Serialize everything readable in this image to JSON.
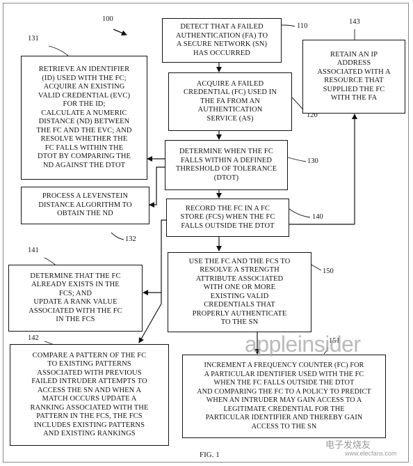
{
  "figure_number": "100",
  "figure_caption": "FIG. 1",
  "watermark": {
    "brand": "appleinsider",
    "site_cn": "电子发烧友",
    "site_url": "www.elecfans.com"
  },
  "boxes": {
    "b110": {
      "id": "110",
      "text": "Detect that a failed\nauthentication (FA) to\na secure network (SN)\nhas occurred"
    },
    "b120": {
      "id": "120",
      "text": "Acquire a failed\ncredential (FC) used in\nthe FA from an\nauthentication\nservice (AS)"
    },
    "b130": {
      "id": "130",
      "text": "Determine when the FC\nfalls within a defined\nthreshold of tolerance\n(DTOT)"
    },
    "b140": {
      "id": "140",
      "text": "Record the FC in a FC\nstore (FCS) when the FC\nfalls outside the DTOT"
    },
    "b150": {
      "id": "150",
      "text": "Use the FC and the FCS to\nresolve a strength\nattribute associated\nwith one or more\nexisting valid\ncredentials that\nproperly authenticate\nto the SN"
    },
    "b131": {
      "id": "131",
      "text": "Retrieve an identifier\n(ID) used with the FC;\nacquire an existing\nvalid credential (EVC)\nfor the ID;\ncalculate a numeric\ndistance (ND) between\nthe FC and the EVC; and\nresolve whether the\nFC falls within the\nDTOT by comparing the\nND against the DTOT"
    },
    "b132": {
      "id": "132",
      "text": "Process a Levenstein\ndistance algorithm to\nobtain the ND"
    },
    "b141": {
      "id": "141",
      "text": "Determine that the FC\nalready exists in the\nFCS; and\nupdate a rank value\nassociated with the FC\nin the FCS"
    },
    "b142": {
      "id": "142",
      "text": "Compare a pattern of the FC\nto existing patterns\nassociated with previous\nfailed intruder attempts to\naccess the SN and when a\nmatch occurs update a\nranking associated with the\npattern in the FCS, the FCS\nincludes existing patterns\nand existing rankings"
    },
    "b143": {
      "id": "143",
      "text": "Retain an IP\naddress\nassociated with a\nresource that\nsupplied the FC\nwith the FA"
    },
    "b151": {
      "id": "151",
      "text": "Increment a frequency counter (FC) for\na particular identifier used with the FC\nwhen the FC falls outside the DTOT\nand comparing the FC  to a policy to predict\nwhen an intruder may gain access to a\nlegitimate  credential for the\nparticular identifier and thereby gain\naccess to the SN"
    }
  }
}
